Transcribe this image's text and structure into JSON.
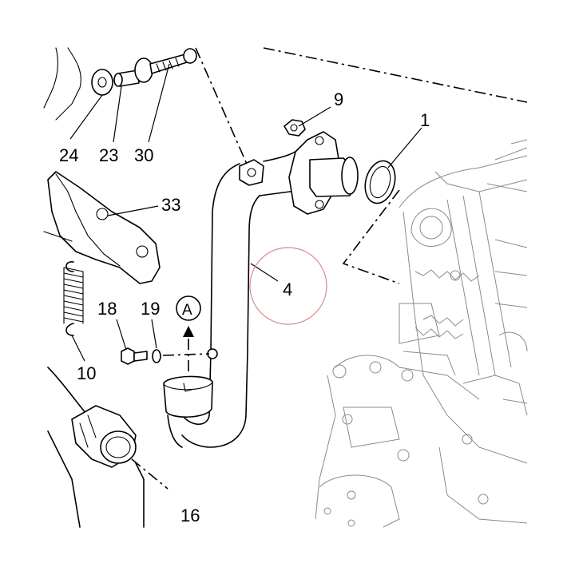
{
  "labels": {
    "p1": "1",
    "p4": "4",
    "p9": "9",
    "p10": "10",
    "p16": "16",
    "p18": "18",
    "p19": "19",
    "p23": "23",
    "p24": "24",
    "p30": "30",
    "p33": "33",
    "view_a": "A"
  },
  "colors": {
    "line": "#000000",
    "engine_outline": "#8a8a8a",
    "highlight_circle": "#d98a8a",
    "background": "#ffffff"
  }
}
